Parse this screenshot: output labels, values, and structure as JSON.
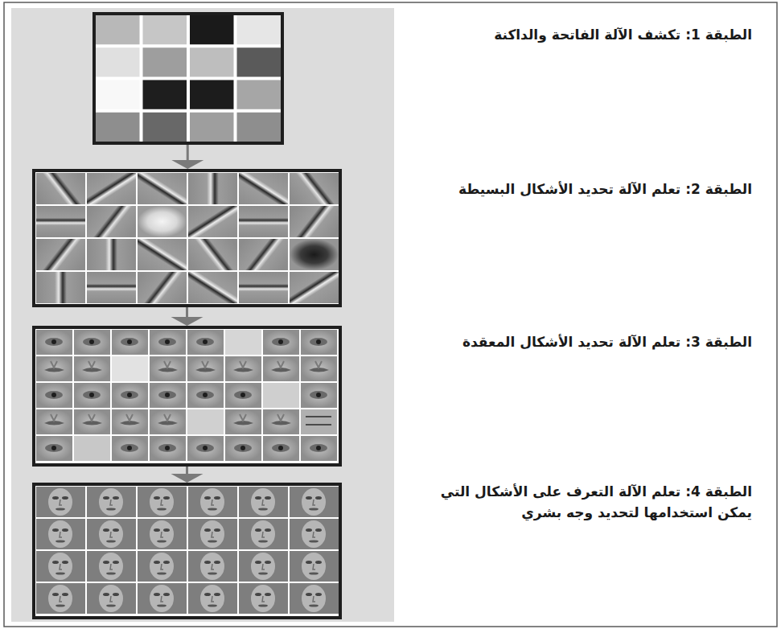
{
  "diagram": {
    "nodes": [
      {
        "text": [
          "الطبقة 1: تكشف الآلة الفاتحة والداكنة"
        ]
      },
      {
        "text": [
          "الطبقة 2: تعلم الآلة تحديد الأشكال البسيطة"
        ]
      },
      {
        "text": [
          "الطبقة 3: تعلم الآلة تحديد الأشكال المعقدة"
        ]
      },
      {
        "text": [
          "الطبقة 4: تعلم الآلة التعرف على الأشكال التي يمكن استخدامها لتحديد وجه بشري"
        ]
      }
    ],
    "edges": [
      {
        "from": 0,
        "to": 1,
        "arrow": "to"
      },
      {
        "from": 1,
        "to": 2,
        "arrow": "to"
      },
      {
        "from": 2,
        "to": 3,
        "arrow": "to"
      }
    ]
  }
}
